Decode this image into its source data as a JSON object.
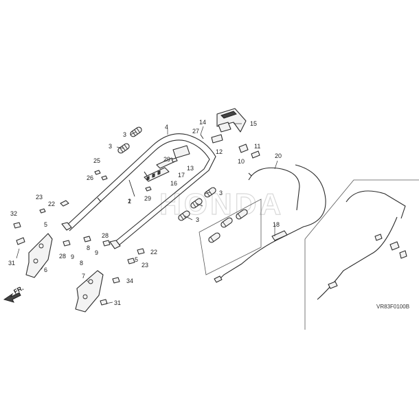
{
  "diagram": {
    "code": "VR83F0100B",
    "direction_label": "FR.",
    "watermark": "HONDA",
    "callouts": [
      "1",
      "2",
      "3",
      "3",
      "3",
      "3",
      "4",
      "5",
      "5",
      "6",
      "7",
      "8",
      "8",
      "9",
      "9",
      "10",
      "11",
      "12",
      "13",
      "14",
      "15",
      "16",
      "17",
      "18",
      "20",
      "22",
      "22",
      "23",
      "23",
      "25",
      "26",
      "27",
      "28",
      "28",
      "29",
      "29",
      "31",
      "31",
      "32",
      "34"
    ]
  }
}
